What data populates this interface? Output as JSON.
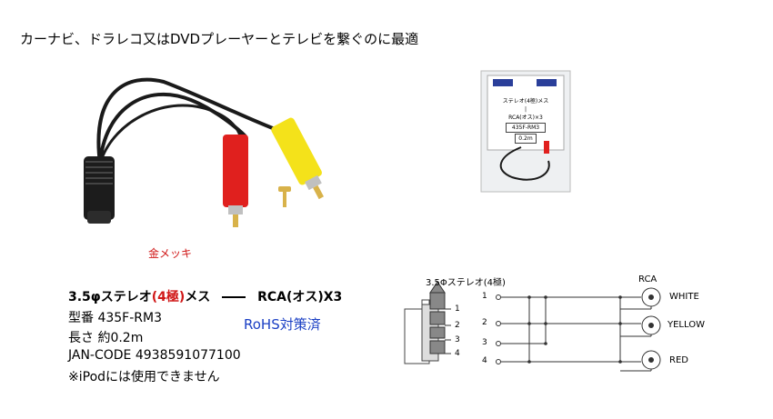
{
  "headline": "カーナビ、ドラレコ又はDVDプレーヤーとテレビを繋ぐのに最適",
  "photo": {
    "gold_plating_label": "金メッキ"
  },
  "package": {
    "label_lines": [
      "ステレオ(4極)メス",
      "|",
      "RCA(オス)×3",
      "435F-RM3",
      "0.2m"
    ]
  },
  "spec": {
    "title_a": "3.5φステレオ",
    "title_b": "(4極)",
    "title_c": "メス",
    "title_d": "RCA(オス)X3",
    "model_label": "型番",
    "model_value": "435F-RM3",
    "length_label": "長さ",
    "length_value": "約0.2m",
    "jan_label": "JAN-CODE",
    "jan_value": "4938591077100",
    "note": "※iPodには使用できません",
    "rohs": "RoHS対策済"
  },
  "diagram": {
    "plug_label": "3.5Φステレオ(4極)",
    "rca_label": "RCA",
    "pins": [
      "1",
      "2",
      "3",
      "4"
    ],
    "plug_pins": [
      "1",
      "2",
      "3",
      "4"
    ],
    "outputs": [
      "WHITE",
      "YELLOW",
      "RED"
    ]
  },
  "colors": {
    "red_plug": "#e0201e",
    "yellow_plug": "#f4e21a",
    "rohs_blue": "#1a3fc4",
    "accent_red": "#d01818"
  }
}
